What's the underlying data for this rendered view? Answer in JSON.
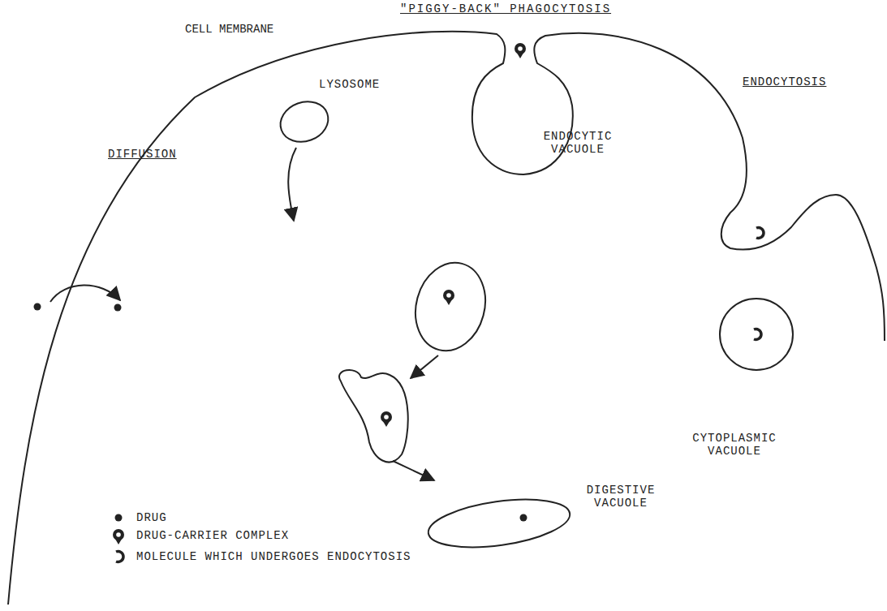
{
  "diagram": {
    "labels": [
      "CELL MEMBRANE",
      "\"PIGGY-BACK\" PHAGOCYTOSIS",
      "ENDOCYTOSIS",
      "LYSOSOME",
      "ENDOCYTIC VACUOLE",
      "DIFFUSION",
      "CYTOPLASMIC VACUOLE",
      "DIGESTIVE VACUOLE"
    ],
    "legend": [
      {
        "text": "DRUG"
      },
      {
        "text": "DRUG-CARRIER COMPLEX"
      },
      {
        "text": "MOLECULE WHICH UNDERGOES ENDOCYTOSIS"
      }
    ]
  }
}
